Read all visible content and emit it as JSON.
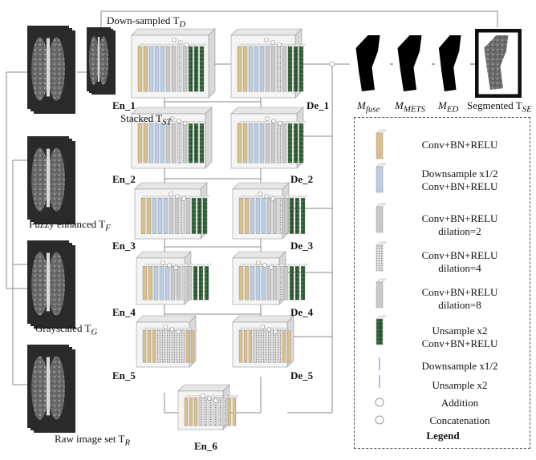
{
  "inputs": {
    "stacked": {
      "letter": "Stacked T",
      "sub": "ST"
    },
    "fuzzy": {
      "letter": "Fuzzy enhanced T",
      "sub": "F"
    },
    "grayscaled": {
      "letter": "Grayscaled T",
      "sub": "G"
    },
    "raw": {
      "letter": "Raw image set T",
      "sub": "R"
    }
  },
  "downsampled": {
    "letter": "Down-sampled T",
    "sub": "D"
  },
  "encoder_blocks": [
    "En_1",
    "En_2",
    "En_3",
    "En_4",
    "En_5",
    "En_6"
  ],
  "decoder_blocks": [
    "De_1",
    "De_2",
    "De_3",
    "De_4",
    "De_5"
  ],
  "outputs": {
    "fuse": {
      "letter": "M",
      "sub": "fuse"
    },
    "mets": {
      "letter": "M",
      "sub": "METS"
    },
    "ed": {
      "letter": "M",
      "sub": "ED"
    },
    "segmented": {
      "letter": "Segmented T",
      "sub": "SE"
    }
  },
  "legend": {
    "title": "Legend",
    "items": [
      {
        "line1": "Conv+BN+RELU",
        "line2": ""
      },
      {
        "line1": "Downsample x1/2",
        "line2": "Conv+BN+RELU"
      },
      {
        "line1": "Conv+BN+RELU",
        "line2": "dilation=2"
      },
      {
        "line1": "Conv+BN+RELU",
        "line2": "dilation=4"
      },
      {
        "line1": "Conv+BN+RELU",
        "line2": "dilation=8"
      },
      {
        "line1": "Unsample x2",
        "line2": "Conv+BN+RELU"
      },
      {
        "line1": "Downsample x1/2",
        "line2": ""
      },
      {
        "line1": "Unsample x2",
        "line2": ""
      },
      {
        "line1": "Addition",
        "line2": ""
      },
      {
        "line1": "Concatenation",
        "line2": ""
      }
    ]
  },
  "colors": {
    "conv": "#d9c08a",
    "downsample": "#b9cde3",
    "dilation": "#c9c9c9",
    "upsample": "#2e5e34",
    "block_bg": "#f4f4f4",
    "line": "#8a8a8a"
  }
}
